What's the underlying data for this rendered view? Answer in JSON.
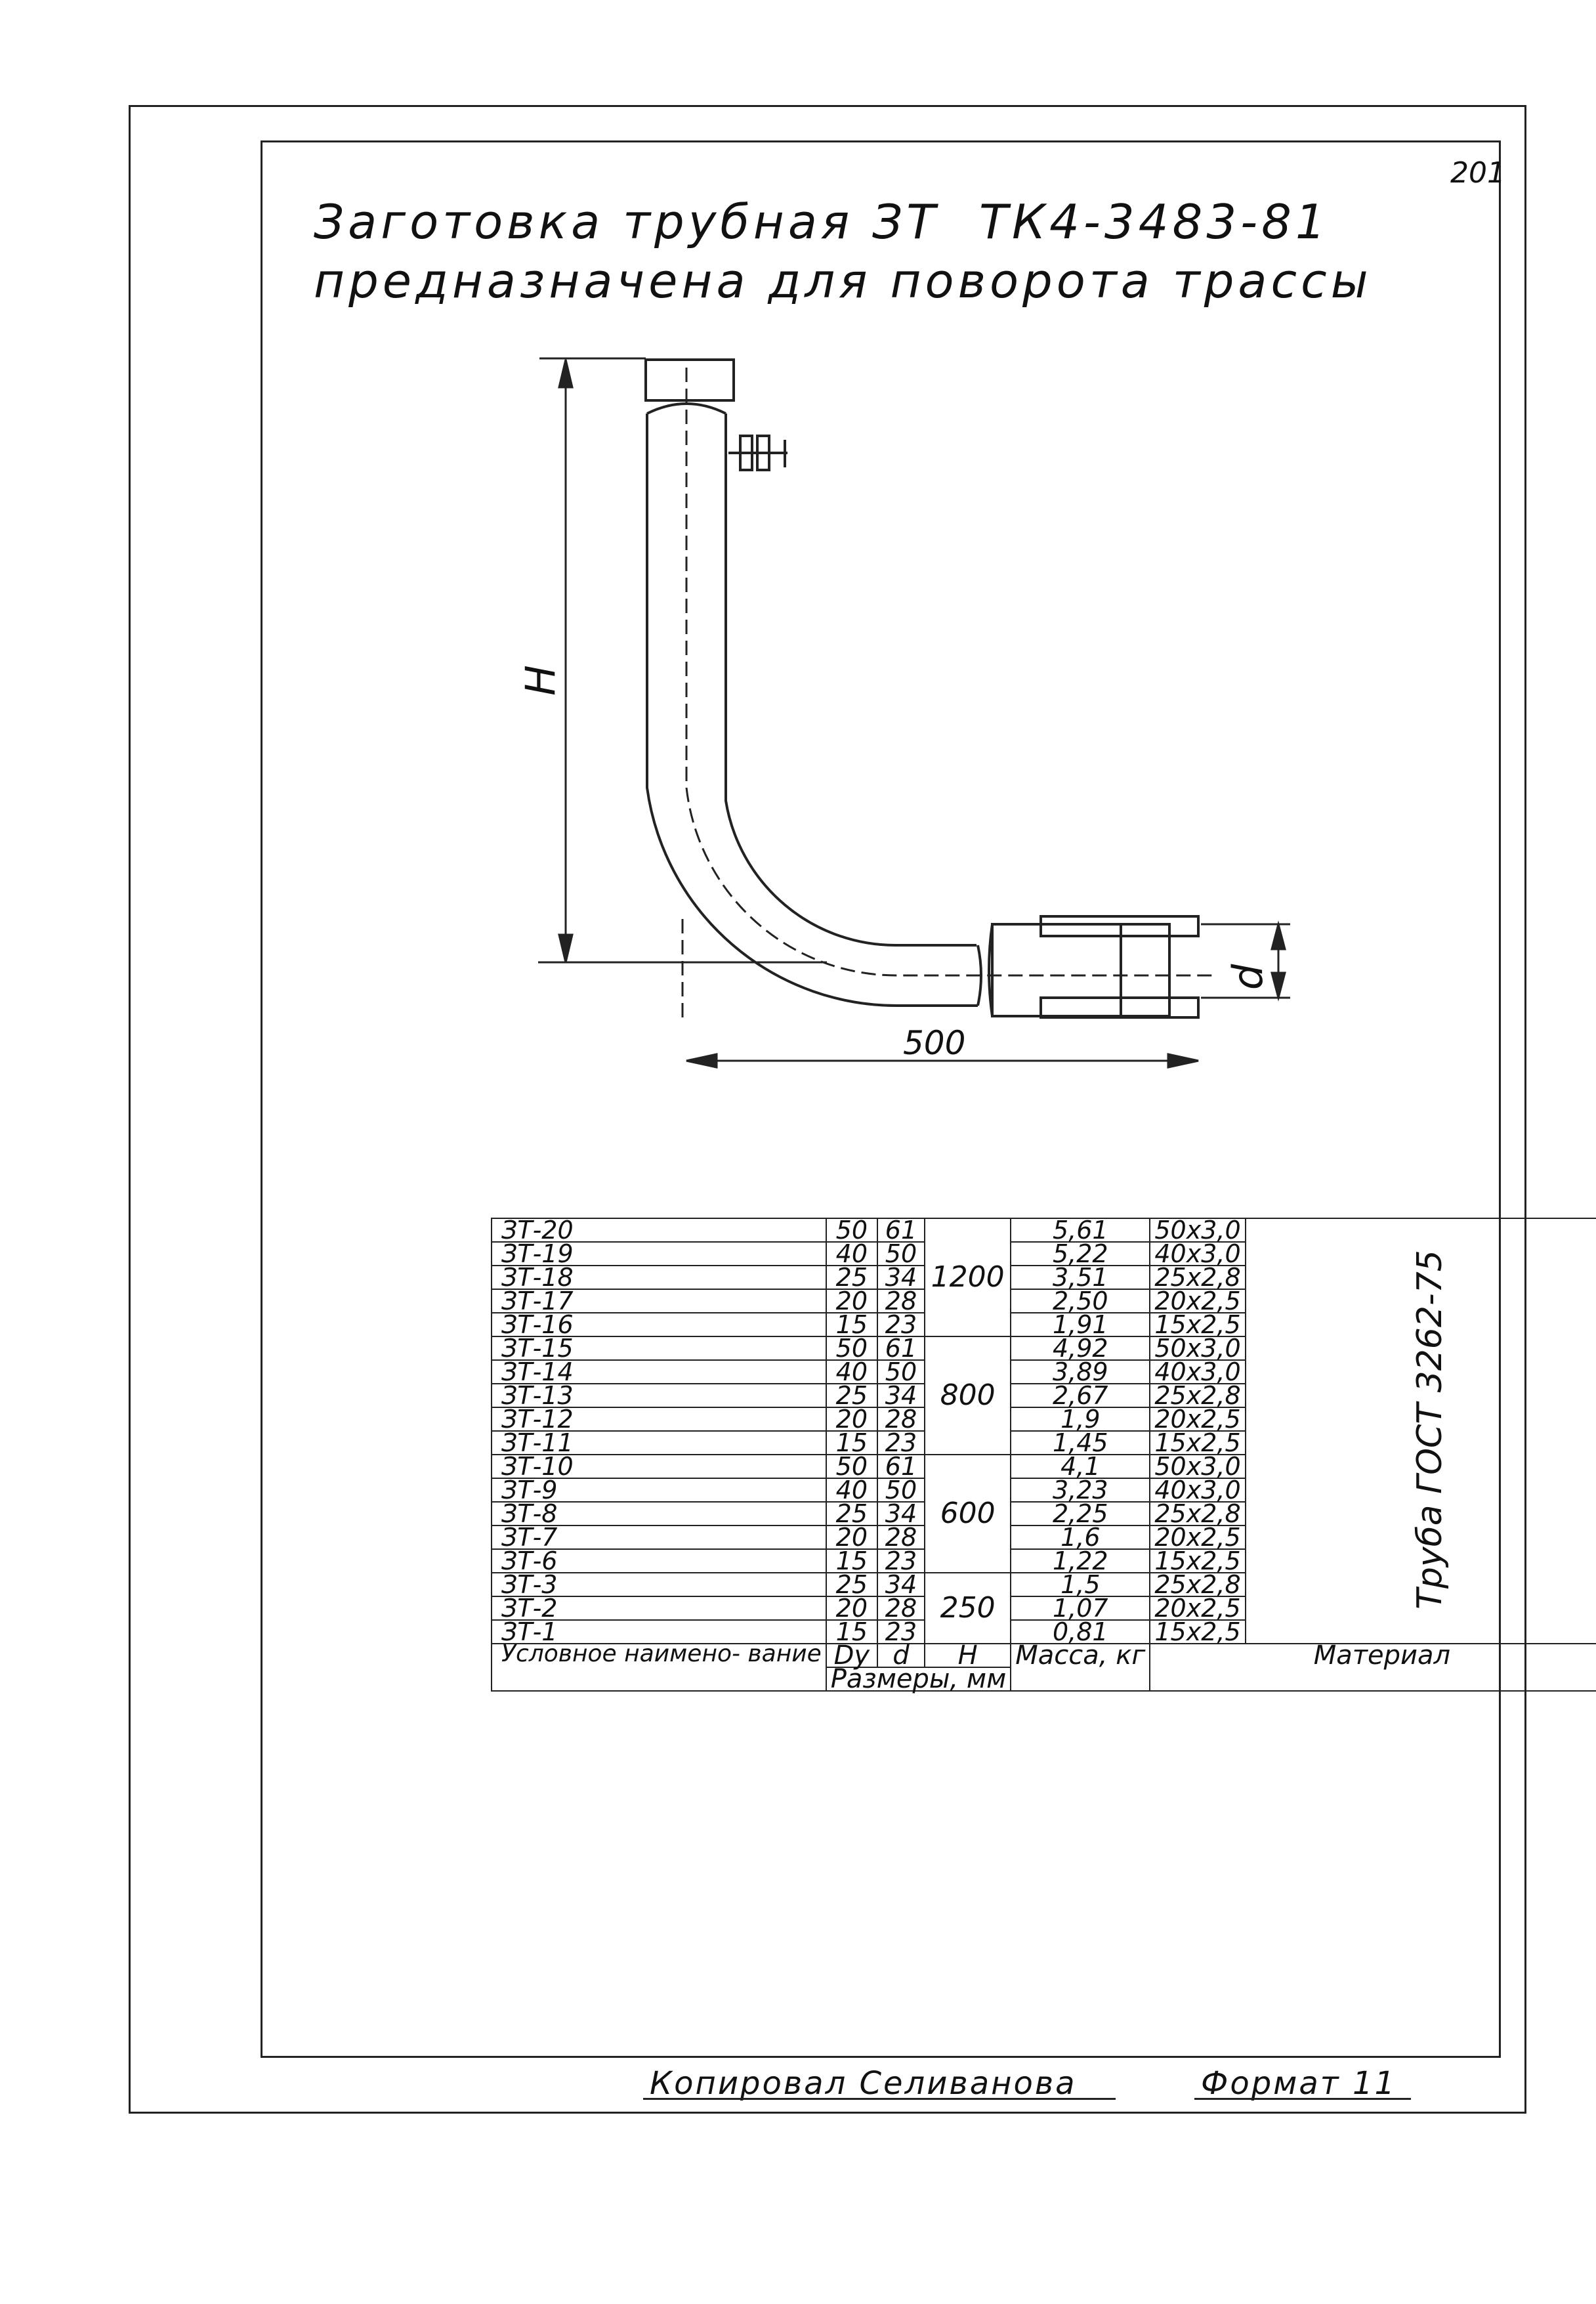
{
  "page_number": "201",
  "title": {
    "line1": "Заготовка трубная ЗТ",
    "code": "ТК4-3483-81",
    "line2": "предназначена для поворота трассы"
  },
  "drawing": {
    "dim_height_label": "H",
    "dim_diameter_label": "d",
    "dim_length_label": "500"
  },
  "table": {
    "material_note": "Труба ГОСТ 3262-75",
    "groups": [
      {
        "h": "1200",
        "rows": [
          {
            "name": "ЗТ-20",
            "dy": "50",
            "d": "61",
            "mass": "5,61",
            "material": "50x3,0"
          },
          {
            "name": "ЗТ-19",
            "dy": "40",
            "d": "50",
            "mass": "5,22",
            "material": "40x3,0"
          },
          {
            "name": "ЗТ-18",
            "dy": "25",
            "d": "34",
            "mass": "3,51",
            "material": "25x2,8"
          },
          {
            "name": "ЗТ-17",
            "dy": "20",
            "d": "28",
            "mass": "2,50",
            "material": "20x2,5"
          },
          {
            "name": "ЗТ-16",
            "dy": "15",
            "d": "23",
            "mass": "1,91",
            "material": "15x2,5"
          }
        ]
      },
      {
        "h": "800",
        "rows": [
          {
            "name": "ЗТ-15",
            "dy": "50",
            "d": "61",
            "mass": "4,92",
            "material": "50x3,0"
          },
          {
            "name": "ЗТ-14",
            "dy": "40",
            "d": "50",
            "mass": "3,89",
            "material": "40x3,0"
          },
          {
            "name": "ЗТ-13",
            "dy": "25",
            "d": "34",
            "mass": "2,67",
            "material": "25x2,8"
          },
          {
            "name": "ЗТ-12",
            "dy": "20",
            "d": "28",
            "mass": "1,9",
            "material": "20x2,5"
          },
          {
            "name": "ЗТ-11",
            "dy": "15",
            "d": "23",
            "mass": "1,45",
            "material": "15x2,5"
          }
        ]
      },
      {
        "h": "600",
        "rows": [
          {
            "name": "ЗТ-10",
            "dy": "50",
            "d": "61",
            "mass": "4,1",
            "material": "50x3,0"
          },
          {
            "name": "ЗТ-9",
            "dy": "40",
            "d": "50",
            "mass": "3,23",
            "material": "40x3,0"
          },
          {
            "name": "ЗТ-8",
            "dy": "25",
            "d": "34",
            "mass": "2,25",
            "material": "25x2,8"
          },
          {
            "name": "ЗТ-7",
            "dy": "20",
            "d": "28",
            "mass": "1,6",
            "material": "20x2,5"
          },
          {
            "name": "ЗТ-6",
            "dy": "15",
            "d": "23",
            "mass": "1,22",
            "material": "15x2,5"
          }
        ]
      },
      {
        "h": "250",
        "rows": [
          {
            "name": "ЗТ-3",
            "dy": "25",
            "d": "34",
            "mass": "1,5",
            "material": "25x2,8"
          },
          {
            "name": "ЗТ-2",
            "dy": "20",
            "d": "28",
            "mass": "1,07",
            "material": "20x2,5"
          },
          {
            "name": "ЗТ-1",
            "dy": "15",
            "d": "23",
            "mass": "0,81",
            "material": "15x2,5"
          }
        ]
      }
    ],
    "header": {
      "name": "Условное наимено- вание",
      "dy": "Dy",
      "d": "d",
      "h": "H",
      "sizes": "Размеры, мм",
      "mass": "Масса, кг",
      "material": "Материал"
    }
  },
  "footer": {
    "copied": "Копировал Селиванова",
    "format": "Формат 11"
  }
}
